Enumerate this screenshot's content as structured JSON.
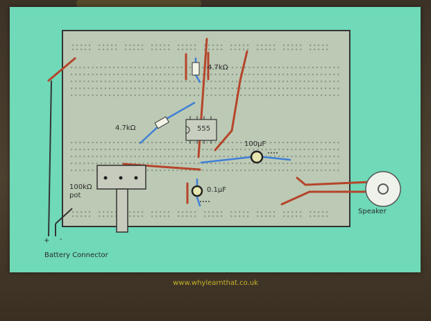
{
  "labels": {
    "resistor_top": "4.7kΩ",
    "resistor_left": "4.7kΩ",
    "ic": "555",
    "cap_100": "100μF",
    "cap_01": "0.1μF",
    "pot_value": "100kΩ",
    "pot_word": "pot",
    "battery_plus": "+",
    "battery_minus": "-",
    "battery": "Battery Connector",
    "speaker": "Speaker"
  },
  "footer": {
    "url": "www.whylearnthat.co.uk"
  },
  "colors": {
    "slide": "#6fd9b8",
    "board": "#bcc9b4",
    "wire_red": "#b5442a",
    "wire_blue": "#3f7fd6",
    "outline": "#333333"
  }
}
